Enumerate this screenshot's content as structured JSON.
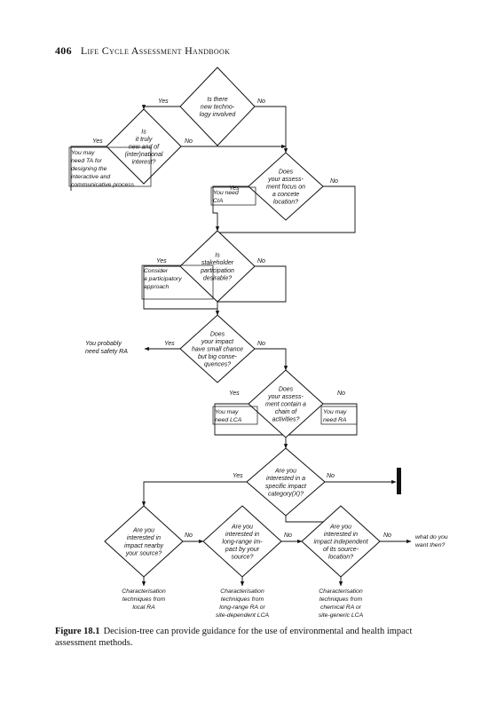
{
  "header": {
    "page_number": "406",
    "book_title": "Life Cycle Assessment Handbook"
  },
  "diagram": {
    "decisions": {
      "d1": [
        "Is there",
        "new techno-",
        "logy involved"
      ],
      "d2": [
        "Is",
        "it truly",
        "new and of",
        "(inter)national",
        "interest?"
      ],
      "d3": [
        "Does",
        "your assess-",
        "ment focus on",
        "a concete",
        "location?"
      ],
      "d4": [
        "Is",
        "stakeholder",
        "participation",
        "desirable?"
      ],
      "d5": [
        "Does",
        "your impact",
        "have small chance",
        "but big conse-",
        "quences?"
      ],
      "d6": [
        "Does",
        "your assess-",
        "ment contain a",
        "chain of",
        "activities?"
      ],
      "d7": [
        "Are you",
        "interested in a",
        "specific impact",
        "category(X)?"
      ],
      "d8": [
        "Are you",
        "interested in",
        "impact nearby",
        "your source?"
      ],
      "d9": [
        "Are you",
        "interested in",
        "long-range im-",
        "pact by your",
        "source?"
      ],
      "d10": [
        "Are you",
        "interested in",
        "impact independent",
        "of its source-",
        "location?"
      ]
    },
    "outcomes": {
      "ta": [
        "You may",
        "need TA for",
        "designing the",
        "interactive and",
        "communicative process"
      ],
      "cia": [
        "You need",
        "CIA"
      ],
      "participatory": [
        "Consider",
        "a participatory",
        "approach"
      ],
      "safety_ra": [
        "You probably",
        "need safety RA"
      ],
      "lca": [
        "You may",
        "need LCA"
      ],
      "ra": [
        "You may",
        "need RA"
      ],
      "local_ra": [
        "Characterisation",
        "techniques from",
        "local RA"
      ],
      "long_range": [
        "Characterisation",
        "techniques from",
        "long-range RA or",
        "site-dependent LCA"
      ],
      "generic": [
        "Characterisation",
        "techniques from",
        "chemical RA or",
        "site-generic LCA"
      ],
      "what_then": [
        "what do you",
        "want then?"
      ]
    },
    "edge_labels": {
      "yes": "Yes",
      "no": "No"
    }
  },
  "caption": {
    "label": "Figure 18.1",
    "text": "Decision-tree can provide guidance for the use of environmental and health impact assessment methods."
  }
}
